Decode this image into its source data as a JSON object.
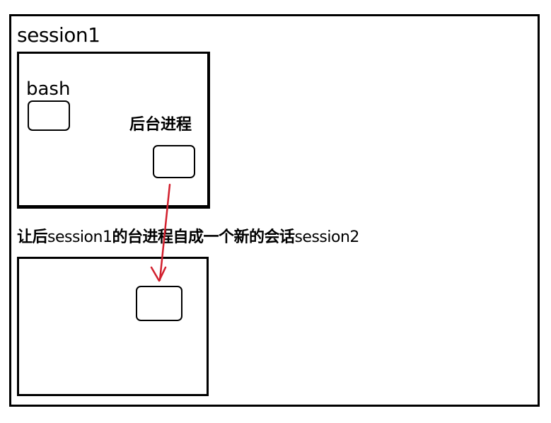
{
  "diagram": {
    "session1_title": "session1",
    "bash_label": "bash",
    "background_process_label": "后台进程",
    "caption": {
      "part1": "让后",
      "part2": "session1",
      "part3": "的台进程自成一个新的会话",
      "part4": "session2"
    }
  },
  "colors": {
    "outline": "#000000",
    "arrow": "#d21f2d",
    "background": "#ffffff"
  },
  "icons": {
    "arrow": "arrow-down-icon"
  }
}
